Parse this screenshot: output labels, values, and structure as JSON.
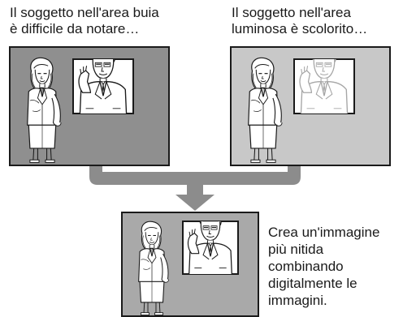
{
  "captions": {
    "left": [
      "Il soggetto nell'area buia",
      "è difficile da notare…"
    ],
    "right": [
      "Il soggetto nell'area",
      "luminosa è scolorito…"
    ],
    "result": [
      "Crea un'immagine",
      "più nitida",
      "combinando",
      "digitalmente le",
      "immagini."
    ]
  },
  "panels": {
    "dark": {
      "label": "dark-exposure",
      "background": "#8f8f8f"
    },
    "bright": {
      "label": "bright-exposure",
      "background": "#c8c8c8"
    },
    "combined": {
      "label": "combined-result",
      "background": "#a9a9a9"
    }
  },
  "colors": {
    "frame": "#1a1a1a",
    "connector": "#8c8c8c",
    "figure_fill": "#ffffff",
    "faded_stroke": "#a6a6a6"
  }
}
